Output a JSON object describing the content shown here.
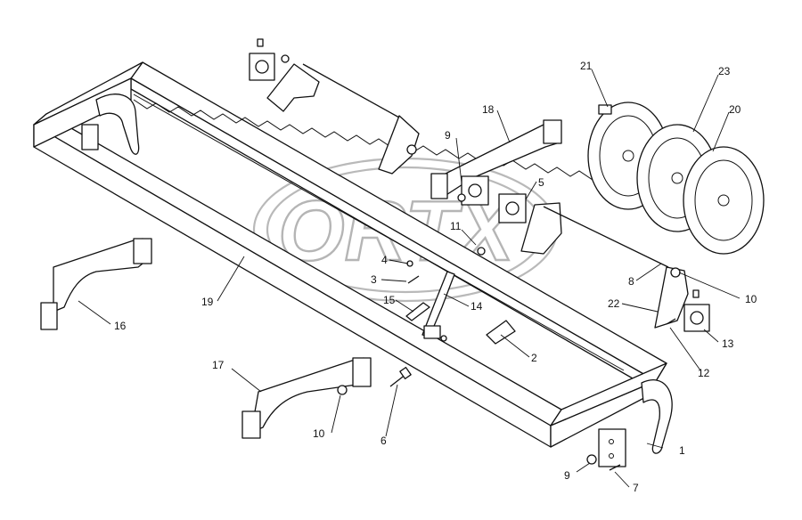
{
  "diagram": {
    "watermark": "ORTX",
    "callouts": [
      {
        "id": "c1",
        "text": "1"
      },
      {
        "id": "c2",
        "text": "2"
      },
      {
        "id": "c3",
        "text": "3"
      },
      {
        "id": "c4",
        "text": "4"
      },
      {
        "id": "c5",
        "text": "5"
      },
      {
        "id": "c6",
        "text": "6"
      },
      {
        "id": "c7",
        "text": "7"
      },
      {
        "id": "c8",
        "text": "8"
      },
      {
        "id": "c9a",
        "text": "9"
      },
      {
        "id": "c9b",
        "text": "9"
      },
      {
        "id": "c10a",
        "text": "10"
      },
      {
        "id": "c10b",
        "text": "10"
      },
      {
        "id": "c11",
        "text": "11"
      },
      {
        "id": "c12",
        "text": "12"
      },
      {
        "id": "c13",
        "text": "13"
      },
      {
        "id": "c14",
        "text": "14"
      },
      {
        "id": "c15",
        "text": "15"
      },
      {
        "id": "c16",
        "text": "16"
      },
      {
        "id": "c17",
        "text": "17"
      },
      {
        "id": "c18",
        "text": "18"
      },
      {
        "id": "c19",
        "text": "19"
      },
      {
        "id": "c20",
        "text": "20"
      },
      {
        "id": "c21",
        "text": "21"
      },
      {
        "id": "c22",
        "text": "22"
      },
      {
        "id": "c23",
        "text": "23"
      }
    ]
  }
}
